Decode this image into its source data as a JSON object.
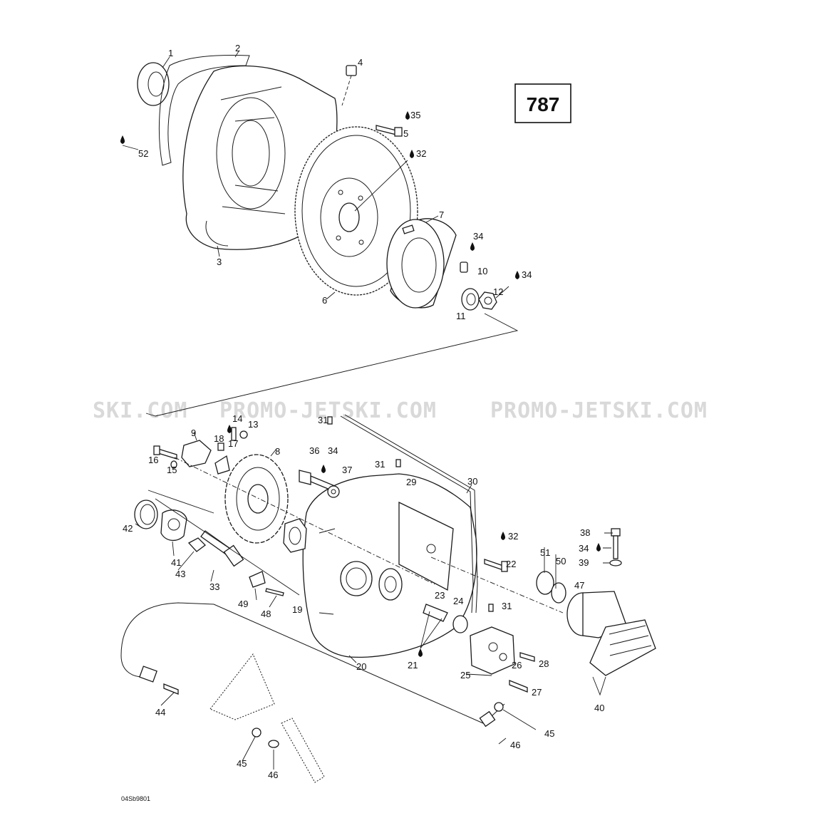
{
  "diagram_code": "787",
  "reference": "04Sb9801",
  "watermarks": [
    "SKI.COM",
    "PROMO-JETSKI.COM",
    "PROMO-JETSKI.COM"
  ],
  "callouts": [
    {
      "id": "c1",
      "label": "1"
    },
    {
      "id": "c2",
      "label": "2"
    },
    {
      "id": "c3",
      "label": "3"
    },
    {
      "id": "c4",
      "label": "4"
    },
    {
      "id": "c5",
      "label": "5"
    },
    {
      "id": "c6",
      "label": "6"
    },
    {
      "id": "c7",
      "label": "7"
    },
    {
      "id": "c8",
      "label": "8"
    },
    {
      "id": "c9",
      "label": "9"
    },
    {
      "id": "c10",
      "label": "10"
    },
    {
      "id": "c11",
      "label": "11"
    },
    {
      "id": "c12",
      "label": "12"
    },
    {
      "id": "c13",
      "label": "13"
    },
    {
      "id": "c14",
      "label": "14"
    },
    {
      "id": "c15",
      "label": "15"
    },
    {
      "id": "c16",
      "label": "16"
    },
    {
      "id": "c17",
      "label": "17"
    },
    {
      "id": "c18",
      "label": "18"
    },
    {
      "id": "c19",
      "label": "19"
    },
    {
      "id": "c20",
      "label": "20"
    },
    {
      "id": "c21",
      "label": "21"
    },
    {
      "id": "c22",
      "label": "22"
    },
    {
      "id": "c23",
      "label": "23"
    },
    {
      "id": "c24",
      "label": "24"
    },
    {
      "id": "c25",
      "label": "25"
    },
    {
      "id": "c26",
      "label": "26"
    },
    {
      "id": "c27",
      "label": "27"
    },
    {
      "id": "c28",
      "label": "28"
    },
    {
      "id": "c29",
      "label": "29"
    },
    {
      "id": "c30",
      "label": "30"
    },
    {
      "id": "c31a",
      "label": "31"
    },
    {
      "id": "c31b",
      "label": "31"
    },
    {
      "id": "c31c",
      "label": "31"
    },
    {
      "id": "c32a",
      "label": "32"
    },
    {
      "id": "c32b",
      "label": "32"
    },
    {
      "id": "c33",
      "label": "33"
    },
    {
      "id": "c34a",
      "label": "34"
    },
    {
      "id": "c34b",
      "label": "34"
    },
    {
      "id": "c34c",
      "label": "34"
    },
    {
      "id": "c34d",
      "label": "34"
    },
    {
      "id": "c35",
      "label": "35"
    },
    {
      "id": "c36",
      "label": "36"
    },
    {
      "id": "c37",
      "label": "37"
    },
    {
      "id": "c38",
      "label": "38"
    },
    {
      "id": "c39",
      "label": "39"
    },
    {
      "id": "c40",
      "label": "40"
    },
    {
      "id": "c41",
      "label": "41"
    },
    {
      "id": "c42",
      "label": "42"
    },
    {
      "id": "c43",
      "label": "43"
    },
    {
      "id": "c44",
      "label": "44"
    },
    {
      "id": "c45a",
      "label": "45"
    },
    {
      "id": "c45b",
      "label": "45"
    },
    {
      "id": "c46a",
      "label": "46"
    },
    {
      "id": "c46b",
      "label": "46"
    },
    {
      "id": "c47",
      "label": "47"
    },
    {
      "id": "c48",
      "label": "48"
    },
    {
      "id": "c49",
      "label": "49"
    },
    {
      "id": "c50",
      "label": "50"
    },
    {
      "id": "c51",
      "label": "51"
    },
    {
      "id": "c52",
      "label": "52"
    }
  ]
}
